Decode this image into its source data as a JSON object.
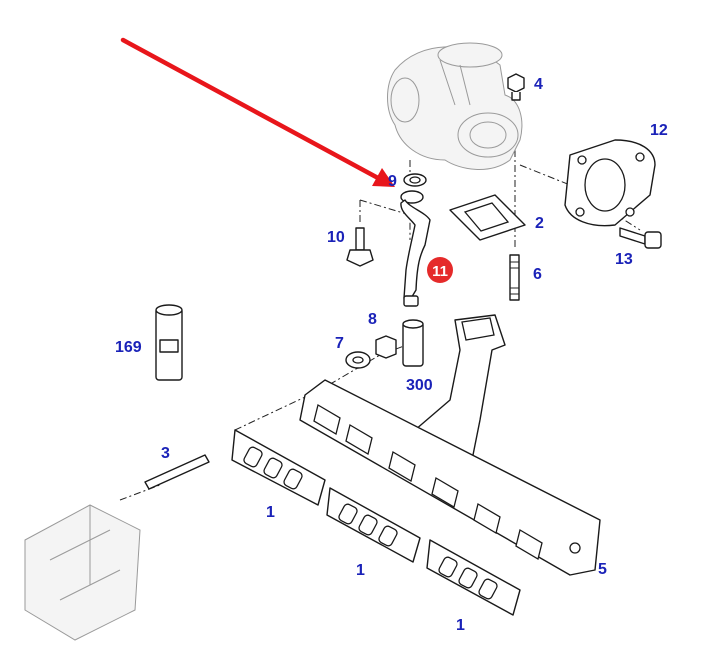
{
  "callouts": {
    "c4": "4",
    "c12": "12",
    "c9": "9",
    "c2": "2",
    "c10": "10",
    "c13": "13",
    "c6": "6",
    "c8": "8",
    "c7": "7",
    "c169": "169",
    "c300": "300",
    "c3": "3",
    "c1a": "1",
    "c1b": "1",
    "c1c": "1",
    "c5": "5"
  },
  "highlight": {
    "label": "11",
    "badge_color": "#e52a2a",
    "arrow_color": "#e8161b"
  },
  "colors": {
    "callout_text": "#1a22b8",
    "line_art": "#1a1a1a",
    "background": "#ffffff"
  }
}
